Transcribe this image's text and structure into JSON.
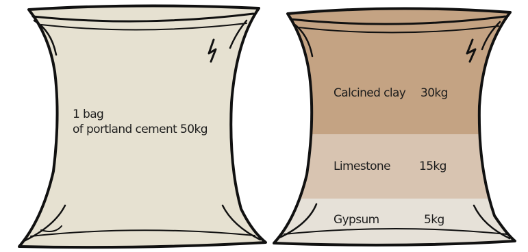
{
  "left_bag": {
    "line1": "1 bag",
    "line2": "of portland cement 50kg",
    "fill_color": "#e6e1d1"
  },
  "right_bag": {
    "layers": [
      {
        "name": "Calcined clay",
        "quantity": "30kg",
        "color": "#c4a383"
      },
      {
        "name": "Limestone",
        "quantity": "15kg",
        "color": "#d8c4b1"
      },
      {
        "name": "Gypsum",
        "quantity": "5kg",
        "color": "#e6e1d8"
      }
    ]
  },
  "colors": {
    "outline": "#111111",
    "background": "#ffffff"
  }
}
